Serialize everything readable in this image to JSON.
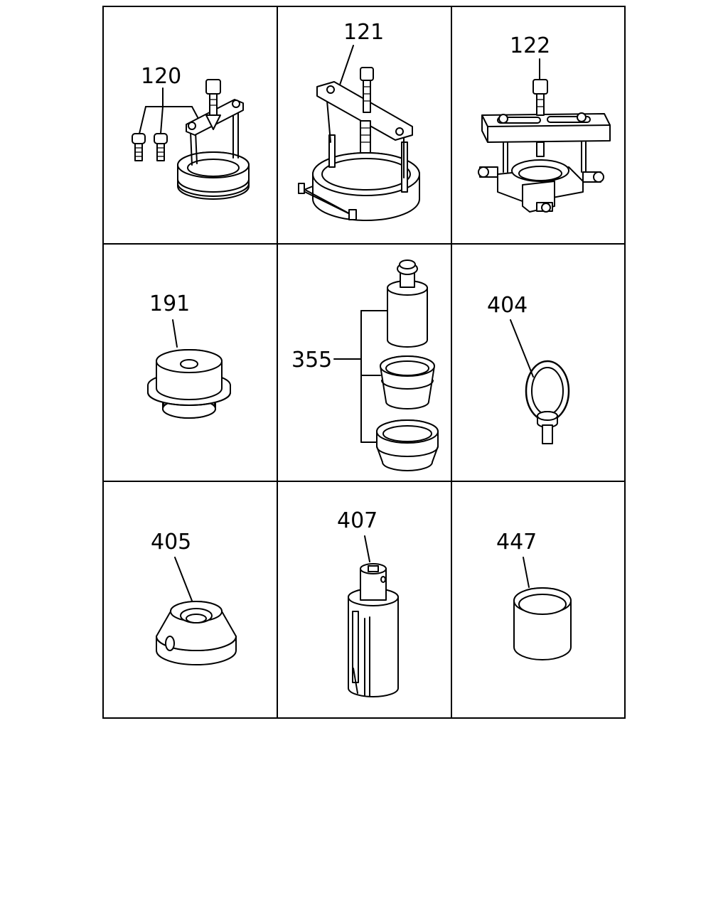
{
  "diagram": {
    "callouts": {
      "c120": "120",
      "c121": "121",
      "c122": "122",
      "c191": "191",
      "c355": "355",
      "c404": "404",
      "c405": "405",
      "c407": "407",
      "c447": "447"
    }
  }
}
